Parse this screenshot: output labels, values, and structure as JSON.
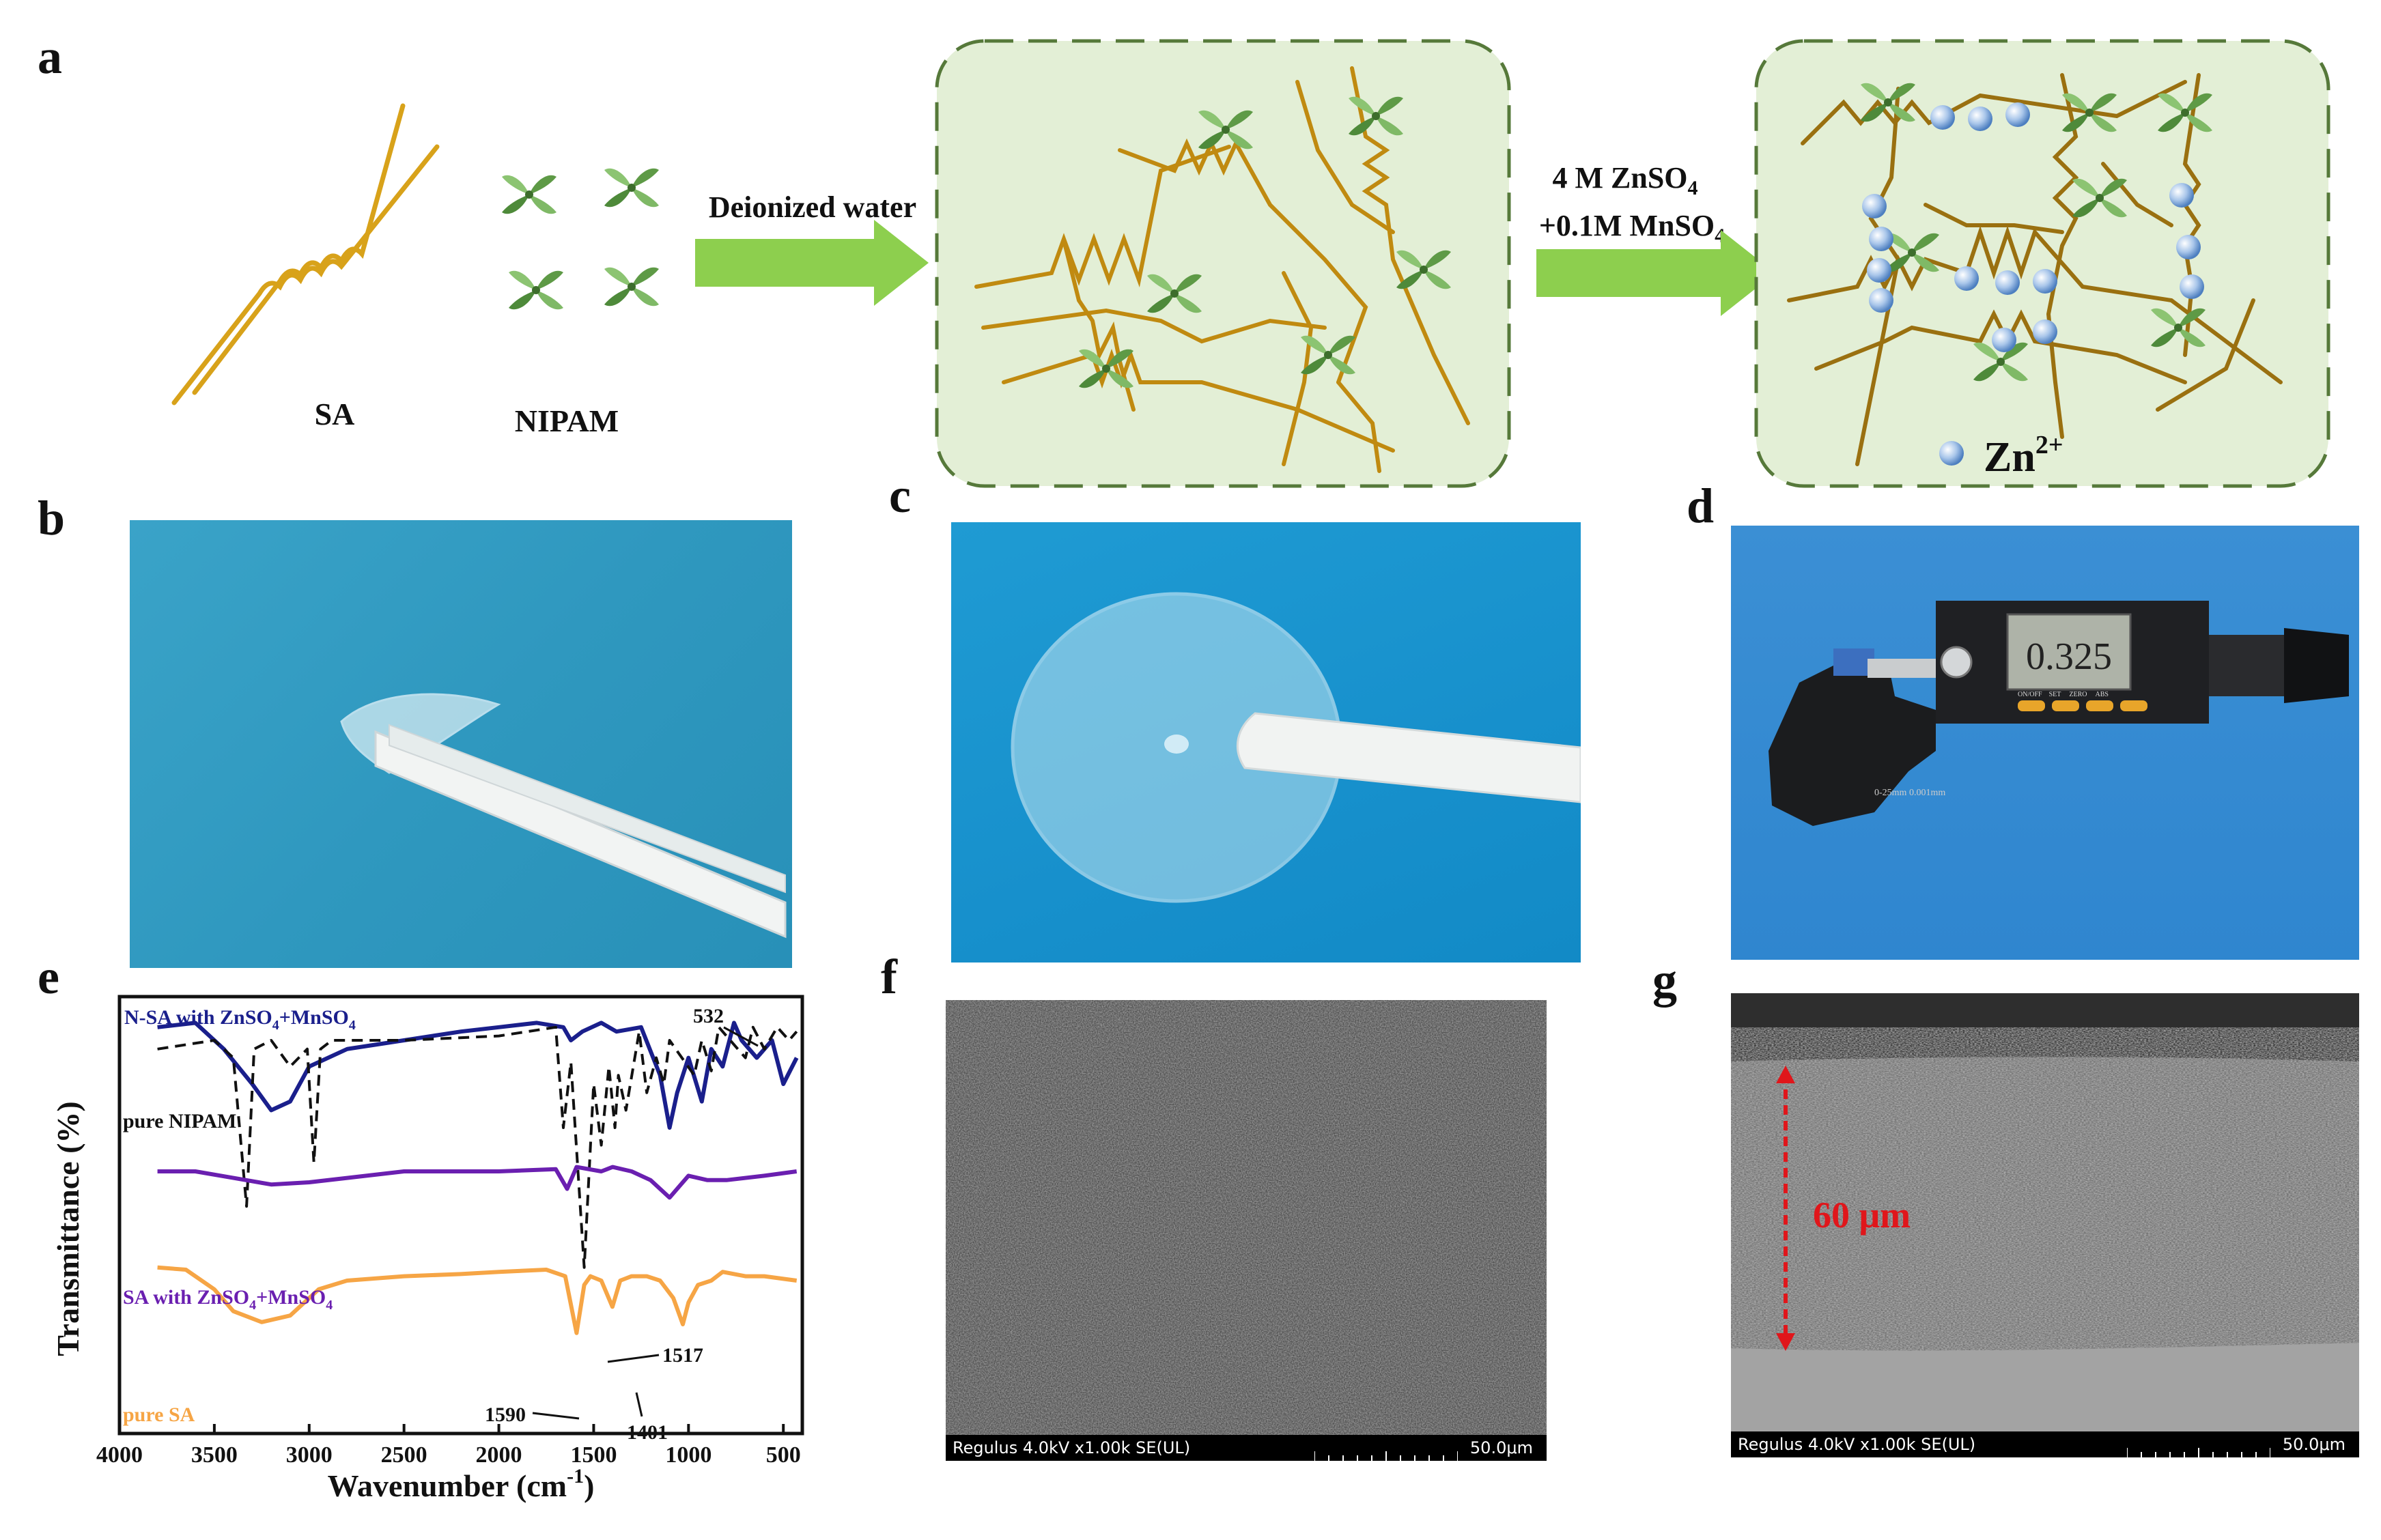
{
  "panels": [
    "a",
    "b",
    "c",
    "d",
    "e",
    "f",
    "g"
  ],
  "scheme": {
    "sa_label": "SA",
    "nipam_label": "NIPAM",
    "arrow1_label": "Deionized water",
    "arrow2_line1_main": "4 M ZnSO",
    "arrow2_line1_sub": "4",
    "arrow2_line2_main": "+0.1M MnSO",
    "arrow2_line2_sub": "4",
    "zn_main": "Zn",
    "zn_sup": "2+"
  },
  "micrometer": {
    "display": "0.325",
    "buttons": [
      "ON/OFF",
      "SET",
      "ZERO",
      "ABS"
    ],
    "range_text": "0-25mm  0.001mm"
  },
  "sem_f": {
    "info": "Regulus 4.0kV x1.00k SE(UL)",
    "scale": "50.0μm"
  },
  "sem_g": {
    "info": "Regulus 4.0kV x1.00k SE(UL)",
    "scale": "50.0μm",
    "thickness": "60 μm"
  },
  "colors": {
    "navy": "#1a1f8c",
    "purple": "#6a1fb0",
    "orange": "#f6a545",
    "black": "#111111",
    "arrow_green": "#8dcf4e",
    "gel_bg": "#e3efd6",
    "gel_border": "#56793a",
    "chain": "#d8a21a"
  },
  "chart_data": {
    "type": "line",
    "xlabel": "Wavenumber (cm⁻¹)",
    "ylabel": "Transmittance (%)",
    "xlim": [
      4000,
      400
    ],
    "x_ticks": [
      4000,
      3500,
      3000,
      2500,
      2000,
      1500,
      1000,
      500
    ],
    "y_ticks_shown": false,
    "series": [
      {
        "name": "N-SA with ZnSO4+MnSO4",
        "color": "#1a1f8c",
        "style": "solid",
        "points": [
          [
            3800,
            0.93
          ],
          [
            3600,
            0.94
          ],
          [
            3450,
            0.88
          ],
          [
            3300,
            0.8
          ],
          [
            3200,
            0.74
          ],
          [
            3100,
            0.76
          ],
          [
            3000,
            0.84
          ],
          [
            2800,
            0.88
          ],
          [
            2500,
            0.9
          ],
          [
            2200,
            0.92
          ],
          [
            2000,
            0.93
          ],
          [
            1800,
            0.94
          ],
          [
            1660,
            0.93
          ],
          [
            1620,
            0.9
          ],
          [
            1560,
            0.92
          ],
          [
            1460,
            0.94
          ],
          [
            1380,
            0.92
          ],
          [
            1250,
            0.93
          ],
          [
            1150,
            0.82
          ],
          [
            1100,
            0.7
          ],
          [
            1060,
            0.78
          ],
          [
            1000,
            0.86
          ],
          [
            930,
            0.76
          ],
          [
            880,
            0.88
          ],
          [
            820,
            0.84
          ],
          [
            760,
            0.94
          ],
          [
            720,
            0.9
          ],
          [
            640,
            0.86
          ],
          [
            560,
            0.9
          ],
          [
            500,
            0.8
          ],
          [
            430,
            0.86
          ]
        ]
      },
      {
        "name": "pure NIPAM",
        "color": "#111111",
        "style": "dashed",
        "points": [
          [
            3800,
            0.88
          ],
          [
            3500,
            0.9
          ],
          [
            3400,
            0.86
          ],
          [
            3330,
            0.52
          ],
          [
            3290,
            0.88
          ],
          [
            3200,
            0.9
          ],
          [
            3100,
            0.84
          ],
          [
            3010,
            0.88
          ],
          [
            2975,
            0.62
          ],
          [
            2940,
            0.88
          ],
          [
            2880,
            0.9
          ],
          [
            2500,
            0.9
          ],
          [
            2000,
            0.91
          ],
          [
            1700,
            0.93
          ],
          [
            1660,
            0.7
          ],
          [
            1620,
            0.85
          ],
          [
            1550,
            0.38
          ],
          [
            1500,
            0.8
          ],
          [
            1460,
            0.66
          ],
          [
            1420,
            0.84
          ],
          [
            1388,
            0.7
          ],
          [
            1370,
            0.82
          ],
          [
            1330,
            0.74
          ],
          [
            1260,
            0.92
          ],
          [
            1220,
            0.78
          ],
          [
            1170,
            0.86
          ],
          [
            1130,
            0.8
          ],
          [
            1100,
            0.9
          ],
          [
            970,
            0.82
          ],
          [
            930,
            0.9
          ],
          [
            880,
            0.83
          ],
          [
            840,
            0.93
          ],
          [
            700,
            0.86
          ],
          [
            660,
            0.93
          ],
          [
            600,
            0.88
          ],
          [
            532,
            0.93
          ],
          [
            470,
            0.9
          ],
          [
            430,
            0.92
          ]
        ]
      },
      {
        "name": "SA with ZnSO4+MnSO4",
        "color": "#6a1fb0",
        "style": "solid",
        "points": [
          [
            3800,
            0.6
          ],
          [
            3600,
            0.6
          ],
          [
            3400,
            0.585
          ],
          [
            3200,
            0.57
          ],
          [
            3000,
            0.575
          ],
          [
            2800,
            0.585
          ],
          [
            2500,
            0.6
          ],
          [
            2000,
            0.6
          ],
          [
            1700,
            0.605
          ],
          [
            1640,
            0.56
          ],
          [
            1590,
            0.61
          ],
          [
            1460,
            0.6
          ],
          [
            1400,
            0.61
          ],
          [
            1300,
            0.6
          ],
          [
            1200,
            0.58
          ],
          [
            1100,
            0.54
          ],
          [
            1040,
            0.57
          ],
          [
            1000,
            0.59
          ],
          [
            900,
            0.58
          ],
          [
            800,
            0.58
          ],
          [
            600,
            0.59
          ],
          [
            430,
            0.6
          ]
        ]
      },
      {
        "name": "pure SA",
        "color": "#f6a545",
        "style": "solid",
        "points": [
          [
            3800,
            0.38
          ],
          [
            3650,
            0.375
          ],
          [
            3500,
            0.33
          ],
          [
            3400,
            0.28
          ],
          [
            3250,
            0.255
          ],
          [
            3100,
            0.27
          ],
          [
            2950,
            0.33
          ],
          [
            2800,
            0.35
          ],
          [
            2500,
            0.36
          ],
          [
            2200,
            0.365
          ],
          [
            2000,
            0.37
          ],
          [
            1750,
            0.375
          ],
          [
            1650,
            0.36
          ],
          [
            1590,
            0.23
          ],
          [
            1550,
            0.34
          ],
          [
            1517,
            0.36
          ],
          [
            1460,
            0.35
          ],
          [
            1401,
            0.29
          ],
          [
            1360,
            0.35
          ],
          [
            1300,
            0.36
          ],
          [
            1220,
            0.36
          ],
          [
            1150,
            0.35
          ],
          [
            1080,
            0.31
          ],
          [
            1030,
            0.25
          ],
          [
            1000,
            0.3
          ],
          [
            950,
            0.34
          ],
          [
            880,
            0.35
          ],
          [
            820,
            0.37
          ],
          [
            700,
            0.36
          ],
          [
            600,
            0.36
          ],
          [
            430,
            0.35
          ]
        ]
      }
    ],
    "annotations": [
      {
        "text": "532",
        "x": 532
      },
      {
        "text": "1517",
        "x": 1517
      },
      {
        "text": "1590",
        "x": 1590
      },
      {
        "text": "1401",
        "x": 1401
      }
    ],
    "legend_labels": {
      "nsa_main": "N-SA with ZnSO",
      "nsa_sub1": "4",
      "nsa_mid": "+MnSO",
      "nsa_sub2": "4",
      "nipam": "pure NIPAM",
      "sa_main": "SA with ZnSO",
      "sa_sub1": "4",
      "sa_mid": "+MnSO",
      "sa_sub2": "4",
      "pure_sa": "pure SA"
    },
    "xlabel_main": "Wavenumber (cm",
    "xlabel_sup": "-1",
    "xlabel_end": ")"
  }
}
